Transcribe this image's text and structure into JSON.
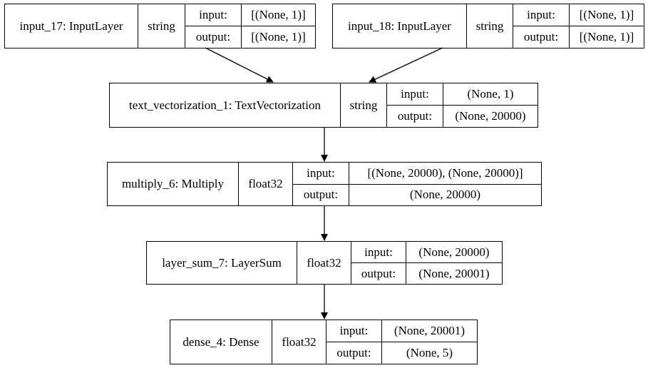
{
  "nodes": [
    {
      "id": "input_17",
      "name": "input_17: InputLayer",
      "dtype": "string",
      "input_label": "input:",
      "input_value": "[(None, 1)]",
      "output_label": "output:",
      "output_value": "[(None, 1)]"
    },
    {
      "id": "input_18",
      "name": "input_18: InputLayer",
      "dtype": "string",
      "input_label": "input:",
      "input_value": "[(None, 1)]",
      "output_label": "output:",
      "output_value": "[(None, 1)]"
    },
    {
      "id": "text_vectorization_1",
      "name": "text_vectorization_1: TextVectorization",
      "dtype": "string",
      "input_label": "input:",
      "input_value": "(None, 1)",
      "output_label": "output:",
      "output_value": "(None, 20000)"
    },
    {
      "id": "multiply_6",
      "name": "multiply_6: Multiply",
      "dtype": "float32",
      "input_label": "input:",
      "input_value": "[(None, 20000), (None, 20000)]",
      "output_label": "output:",
      "output_value": "(None, 20000)"
    },
    {
      "id": "layer_sum_7",
      "name": "layer_sum_7: LayerSum",
      "dtype": "float32",
      "input_label": "input:",
      "input_value": "(None, 20000)",
      "output_label": "output:",
      "output_value": "(None, 20001)"
    },
    {
      "id": "dense_4",
      "name": "dense_4: Dense",
      "dtype": "float32",
      "input_label": "input:",
      "input_value": "(None, 20001)",
      "output_label": "output:",
      "output_value": "(None, 5)"
    }
  ],
  "edges": [
    {
      "from": "input_17",
      "to": "text_vectorization_1"
    },
    {
      "from": "input_18",
      "to": "text_vectorization_1"
    },
    {
      "from": "text_vectorization_1",
      "to": "multiply_6"
    },
    {
      "from": "multiply_6",
      "to": "layer_sum_7"
    },
    {
      "from": "layer_sum_7",
      "to": "dense_4"
    }
  ]
}
